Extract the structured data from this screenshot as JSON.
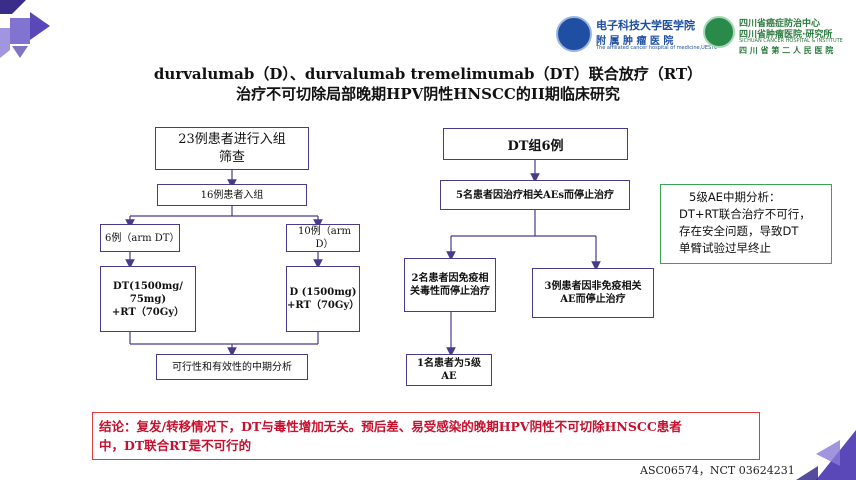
{
  "header": {
    "logo1": {
      "name_cn": "电子科技大学医学院",
      "sub_cn": "附 属 肿 瘤 医 院",
      "sub_en": "The affiliated cancer hospital of medicine,UESTC"
    },
    "logo2": {
      "name_cn": "四川省癌症防治中心",
      "name_cn2": "四川省肿瘤医院·研究所",
      "name_en": "SICHUAN CANCER HOSPITAL & INSTITUTE",
      "sub_cn": "四 川 省 第 二 人 民 医 院"
    }
  },
  "title": {
    "line1": "durvalumab（D）、durvalumab tremelimumab（DT）联合放疗（RT）",
    "line2": "治疗不可切除局部晚期HPV阴性HNSCC的II期临床研究"
  },
  "flow_left": {
    "screen": "23例患者进行入组筛查",
    "enrolled": "16例患者入组",
    "arm_dt_label": "6例（arm DT）",
    "arm_d_label": "10例（arm D）",
    "arm_dt_regimen_1": "DT(1500mg/",
    "arm_dt_regimen_2": "75mg)",
    "arm_dt_regimen_3": "+RT（70Gy）",
    "arm_d_regimen_1": "D (1500mg)",
    "arm_d_regimen_2": "+RT（70Gy）",
    "interim": "可行性和有效性的中期分析"
  },
  "flow_right": {
    "group": "DT组6例",
    "stopped": "5名患者因治疗相关AEs而停止治疗",
    "immune_1": "2名患者因免疫相",
    "immune_2": "关毒性而停止治疗",
    "non_immune_1": "3例患者因非免疫相关",
    "non_immune_2": "AE而停止治疗",
    "grade5_1": "1名患者为5级",
    "grade5_2": "AE"
  },
  "note": {
    "line1": "5级AE中期分析：",
    "line2": "DT+RT联合治疗不可行，",
    "line3": "存在安全问题，导致DT",
    "line4": "单臂试验过早终止"
  },
  "conclusion": {
    "line1": "结论：复发/转移情况下，DT与毒性增加无关。预后差、易受感染的晚期HPV阴性不可切除HNSCC患者",
    "line2": "中，DT联合RT是不可行的"
  },
  "footer": "ASC06574，NCT 03624231",
  "colors": {
    "box_border": "#4a3a8c",
    "note_border": "#3aa35a",
    "conclusion_border": "#e23a3a",
    "conclusion_text": "#c8102e",
    "accent_purple": "#6b4fb3"
  }
}
